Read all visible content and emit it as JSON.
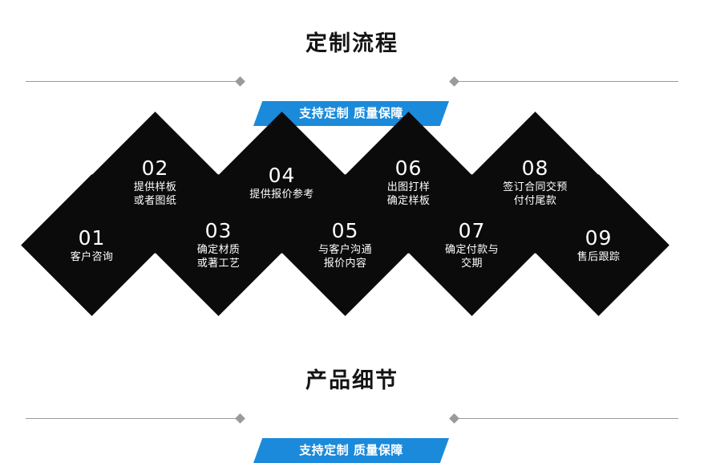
{
  "page": {
    "background": "#ffffff",
    "accent_color": "#1b8ada",
    "node_color": "#0b0b0b",
    "rule_color": "#9a9a9a"
  },
  "sections": [
    {
      "title": "定制流程",
      "ribbon_label": "支持定制 质量保障"
    },
    {
      "title": "产品细节",
      "ribbon_label": "支持定制 质量保障"
    }
  ],
  "flow": {
    "steps": [
      {
        "number": "01",
        "text": "客户咨询",
        "row": "low"
      },
      {
        "number": "02",
        "text": "提供样板\n或者图纸",
        "row": "high"
      },
      {
        "number": "03",
        "text": "确定材质\n或著工艺",
        "row": "low"
      },
      {
        "number": "04",
        "text": "提供报价参考",
        "row": "high"
      },
      {
        "number": "05",
        "text": "与客户沟通\n报价内容",
        "row": "low"
      },
      {
        "number": "06",
        "text": "出图打样\n确定样板",
        "row": "high"
      },
      {
        "number": "07",
        "text": "确定付款与\n交期",
        "row": "low"
      },
      {
        "number": "08",
        "text": "签订合同交预\n付付尾款",
        "row": "high"
      },
      {
        "number": "09",
        "text": "售后跟踪",
        "row": "low"
      }
    ]
  }
}
